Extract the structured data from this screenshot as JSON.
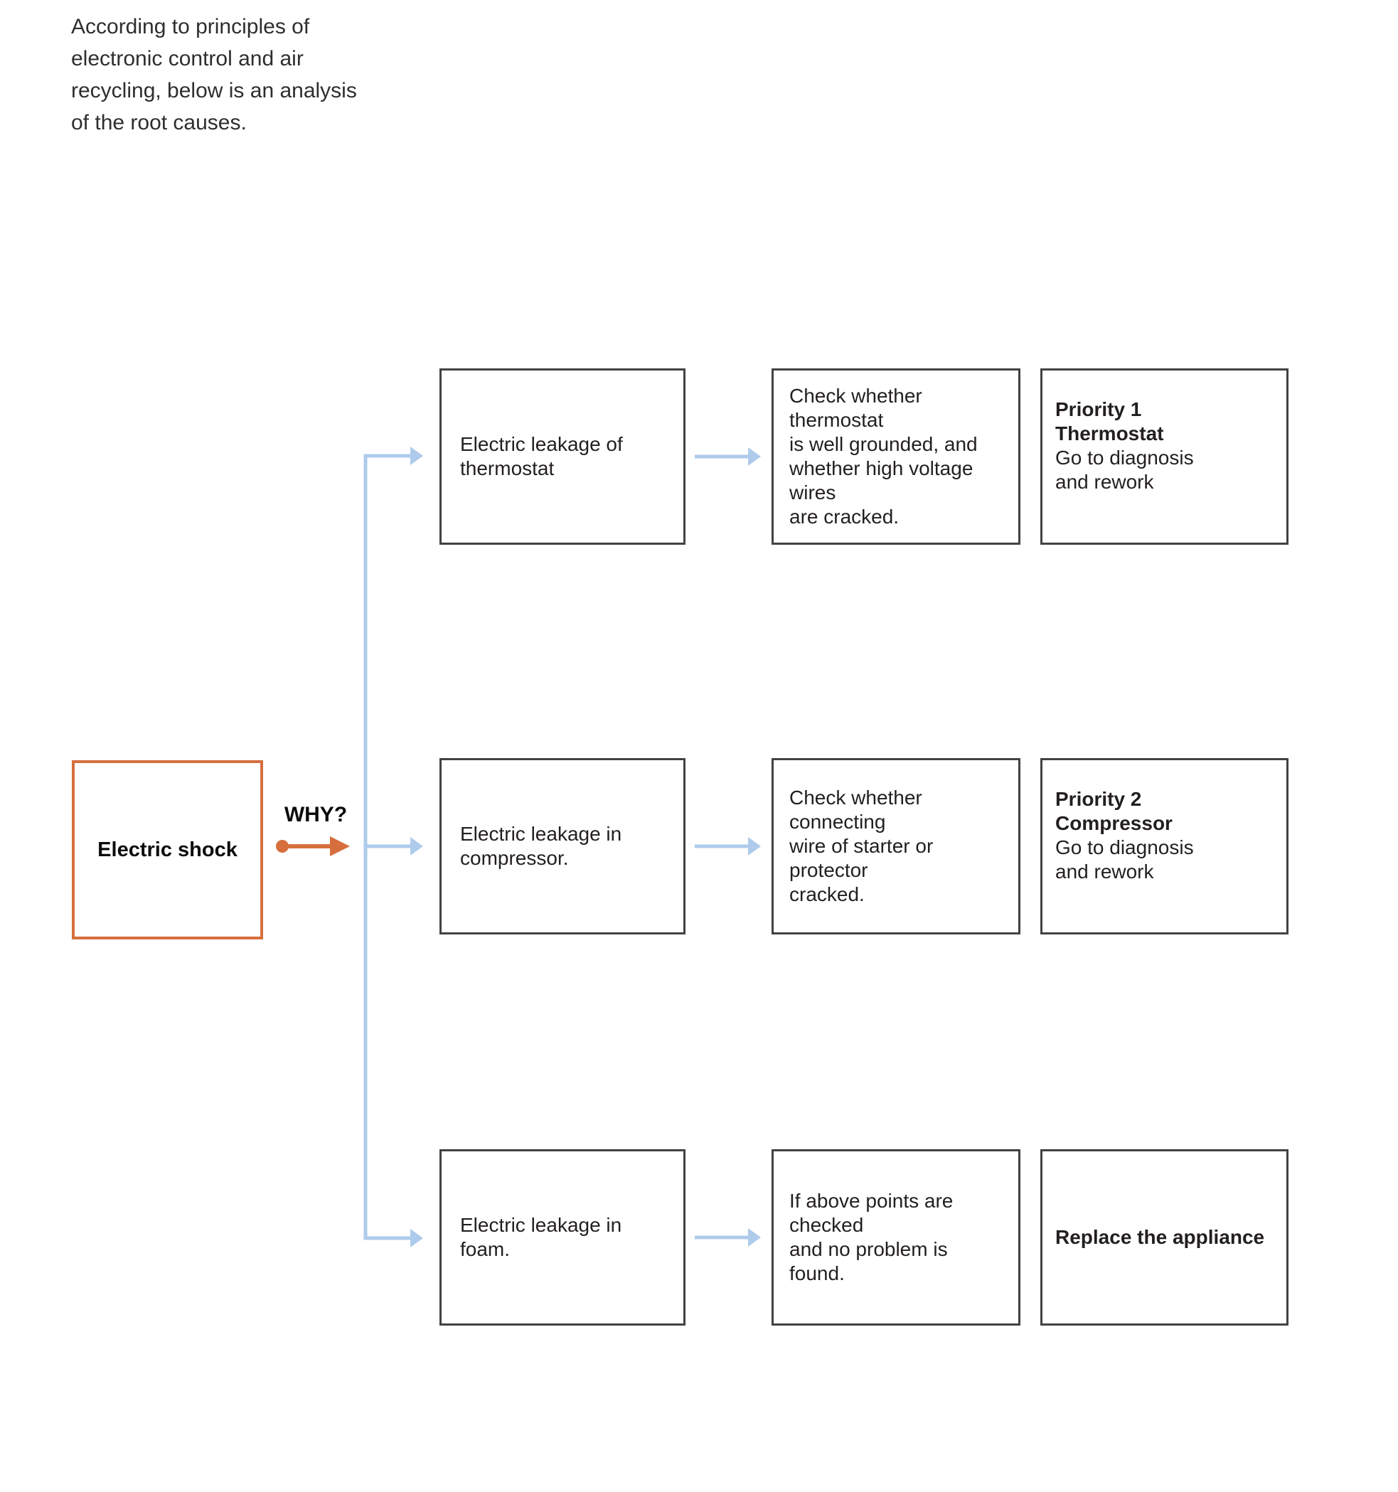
{
  "colors": {
    "accent_orange": "#d66f3d",
    "connector_blue": "#aecbeb",
    "box_border": "#424244",
    "text_dark": "#231f20"
  },
  "intro": {
    "lines": [
      "According to principles of",
      "electronic control and air",
      "recycling, below is an analysis",
      "of the root causes."
    ]
  },
  "root": {
    "label": "Electric shock",
    "why_label": "WHY?"
  },
  "rows": [
    {
      "cause_lines": [
        "Electric leakage of",
        "thermostat"
      ],
      "check_lines": [
        "Check whether thermostat",
        "is well grounded, and",
        "whether high voltage wires",
        "are cracked."
      ],
      "action": {
        "bold1": "Priority 1",
        "bold2": "Thermostat",
        "line1": "Go to diagnosis",
        "line2": "and rework"
      }
    },
    {
      "cause_lines": [
        "Electric leakage in",
        "compressor."
      ],
      "check_lines": [
        "Check whether connecting",
        "wire of starter or protector",
        "cracked."
      ],
      "action": {
        "bold1": "Priority 2",
        "bold2": "Compressor",
        "line1": "Go to diagnosis",
        "line2": "and rework"
      }
    },
    {
      "cause_lines": [
        "Electric leakage in foam."
      ],
      "check_lines": [
        "If above points are checked",
        "and no problem is found."
      ],
      "action": {
        "bold1": "Replace the appliance"
      }
    }
  ]
}
